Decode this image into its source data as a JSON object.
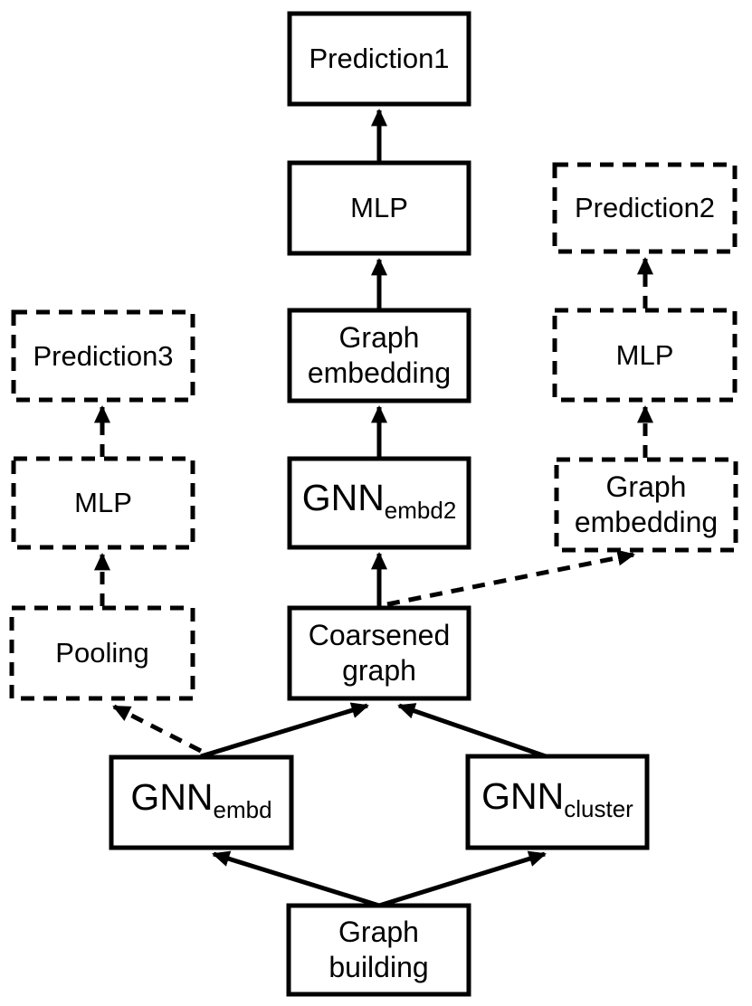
{
  "diagram": {
    "background_color": "#ffffff",
    "stroke_color": "#000000",
    "boxes": {
      "prediction1": {
        "label": "Prediction1",
        "border": "solid"
      },
      "mlp_main": {
        "label": "MLP",
        "border": "solid"
      },
      "graph_embedding_main": {
        "label": "Graph embedding",
        "border": "solid"
      },
      "gnn_embd2": {
        "base": "GNN",
        "sub": "embd2",
        "border": "solid"
      },
      "coarsened_graph": {
        "label": "Coarsened graph",
        "border": "solid"
      },
      "gnn_embd": {
        "base": "GNN",
        "sub": "embd",
        "border": "solid"
      },
      "gnn_cluster": {
        "base": "GNN",
        "sub": "cluster",
        "border": "solid"
      },
      "graph_building": {
        "label": "Graph building",
        "border": "solid"
      },
      "prediction3": {
        "label": "Prediction3",
        "border": "dashed"
      },
      "mlp_left": {
        "label": "MLP",
        "border": "dashed"
      },
      "pooling": {
        "label": "Pooling",
        "border": "dashed"
      },
      "prediction2": {
        "label": "Prediction2",
        "border": "dashed"
      },
      "mlp_right": {
        "label": "MLP",
        "border": "dashed"
      },
      "graph_embedding_right": {
        "label": "Graph embedding",
        "border": "dashed"
      }
    },
    "edges": [
      {
        "from": "mlp_main",
        "to": "prediction1",
        "style": "solid"
      },
      {
        "from": "graph_embedding_main",
        "to": "mlp_main",
        "style": "solid"
      },
      {
        "from": "gnn_embd2",
        "to": "graph_embedding_main",
        "style": "solid"
      },
      {
        "from": "coarsened_graph",
        "to": "gnn_embd2",
        "style": "solid"
      },
      {
        "from": "gnn_embd",
        "to": "coarsened_graph",
        "style": "solid"
      },
      {
        "from": "gnn_cluster",
        "to": "coarsened_graph",
        "style": "solid"
      },
      {
        "from": "graph_building",
        "to": "gnn_embd",
        "style": "solid"
      },
      {
        "from": "graph_building",
        "to": "gnn_cluster",
        "style": "solid"
      },
      {
        "from": "mlp_left",
        "to": "prediction3",
        "style": "dashed"
      },
      {
        "from": "pooling",
        "to": "mlp_left",
        "style": "dashed"
      },
      {
        "from": "gnn_embd",
        "to": "pooling",
        "style": "dashed"
      },
      {
        "from": "mlp_right",
        "to": "prediction2",
        "style": "dashed"
      },
      {
        "from": "graph_embedding_right",
        "to": "mlp_right",
        "style": "dashed"
      },
      {
        "from": "coarsened_graph",
        "to": "graph_embedding_right",
        "style": "dashed"
      }
    ]
  }
}
